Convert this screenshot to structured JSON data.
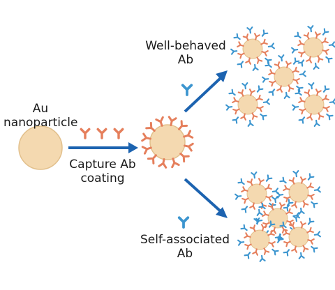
{
  "labels": {
    "au_line1": "Au",
    "au_line2": "nanoparticle",
    "capture_line1": "Capture Ab",
    "capture_line2": "coating",
    "well_line1": "Well-behaved",
    "well_line2": "Ab",
    "self_line1": "Self-associated",
    "self_line2": "Ab"
  },
  "colors": {
    "particle_fill": "#f4d9b0",
    "particle_stroke": "#e2c08c",
    "capture_ab": "#e57f5c",
    "well_behaved_ab": "#3c95cf",
    "arrow": "#1c63b0"
  },
  "icons": {
    "particle": "gold-nanoparticle-circle",
    "antibody": "y-shaped-antibody",
    "arrow": "right-arrow"
  }
}
